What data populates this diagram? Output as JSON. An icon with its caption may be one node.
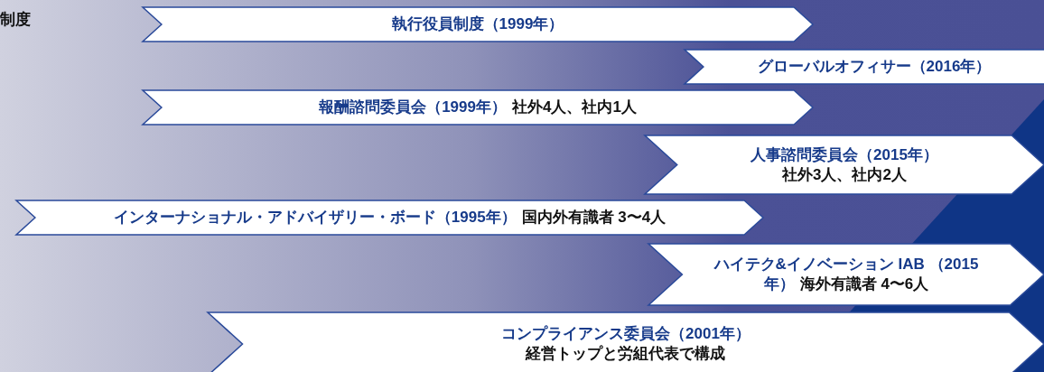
{
  "diagram": {
    "nodes": [
      {
        "text": [
          "執行役員制度（1999年）"
        ]
      },
      {
        "text": [
          "グローバルオフィサー（2016年）"
        ]
      },
      {
        "text": [
          "報酬諮問委員会（1999年）",
          "社外4人、社内1人"
        ]
      },
      {
        "text": [
          "人事諮問委員会（2015年）",
          "社外3人、社内2人"
        ]
      },
      {
        "text": [
          "インターナショナル・アドバイザリー・ボード（1995年）",
          "国内外有識者 3〜4人"
        ]
      },
      {
        "text": [
          "ハイテク&イノベーション IAB （2015年）",
          "海外有識者 4〜6人"
        ]
      },
      {
        "text": [
          "コンプライアンス委員会（2001年）",
          "経営トップと労組代表で構成"
        ]
      }
    ],
    "labels": [
      "制度"
    ]
  }
}
